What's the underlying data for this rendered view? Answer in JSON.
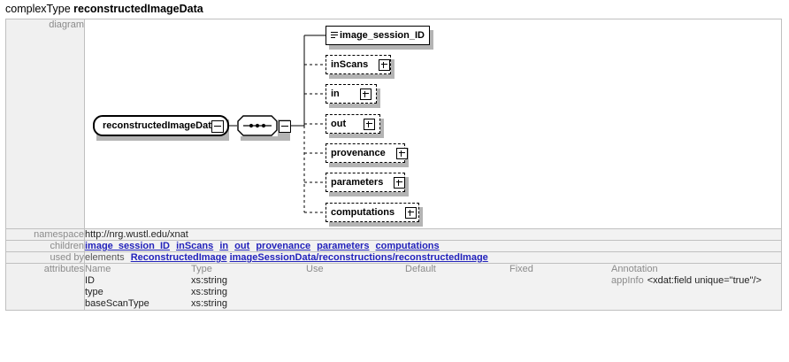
{
  "header": {
    "kind": "complexType",
    "name": "reconstructedImageData"
  },
  "rows": {
    "diagram_label": "diagram",
    "namespace_label": "namespace",
    "namespace_value": "http://nrg.wustl.edu/xnat",
    "children_label": "children",
    "usedby_label": "used by",
    "attributes_label": "attributes"
  },
  "diagram": {
    "root": {
      "label": "reconstructedImageData",
      "collapse_icon": "minus-box"
    },
    "sequence": {
      "icon": "sequence-icon",
      "collapse_icon": "minus-box"
    },
    "children": [
      {
        "label": "image_session_ID",
        "style": "solid",
        "icon": "list-icon",
        "expandable": false
      },
      {
        "label": "inScans",
        "style": "dashed",
        "icon": null,
        "expandable": true
      },
      {
        "label": "in",
        "style": "dashed",
        "icon": null,
        "expandable": true
      },
      {
        "label": "out",
        "style": "dashed",
        "icon": null,
        "expandable": true
      },
      {
        "label": "provenance",
        "style": "dashed",
        "icon": null,
        "expandable": true
      },
      {
        "label": "parameters",
        "style": "dashed",
        "icon": null,
        "expandable": true
      },
      {
        "label": "computations",
        "style": "dashed",
        "icon": null,
        "expandable": true
      }
    ]
  },
  "children_links": [
    "image_session_ID",
    "inScans",
    "in",
    "out",
    "provenance",
    "parameters",
    "computations"
  ],
  "used_by": {
    "kind": "elements",
    "links": [
      "ReconstructedImage",
      "imageSessionData/reconstructions/reconstructedImage"
    ]
  },
  "attributes": {
    "headers": [
      "Name",
      "Type",
      "Use",
      "Default",
      "Fixed",
      "Annotation"
    ],
    "rows": [
      {
        "name": "ID",
        "type": "xs:string",
        "use": "",
        "default": "",
        "fixed": "",
        "annotation_kind": "appInfo",
        "annotation_value": "<xdat:field unique=\"true\"/>"
      },
      {
        "name": "type",
        "type": "xs:string",
        "use": "",
        "default": "",
        "fixed": "",
        "annotation_kind": "",
        "annotation_value": ""
      },
      {
        "name": "baseScanType",
        "type": "xs:string",
        "use": "",
        "default": "",
        "fixed": "",
        "annotation_kind": "",
        "annotation_value": ""
      }
    ]
  },
  "colors": {
    "link": "#2222bb",
    "label_text": "#8b8b8b",
    "label_bg": "#f0f0f0",
    "value_bg": "#f2f2f2",
    "border": "#c0c0c0",
    "shadow": "#b4b4b4"
  }
}
